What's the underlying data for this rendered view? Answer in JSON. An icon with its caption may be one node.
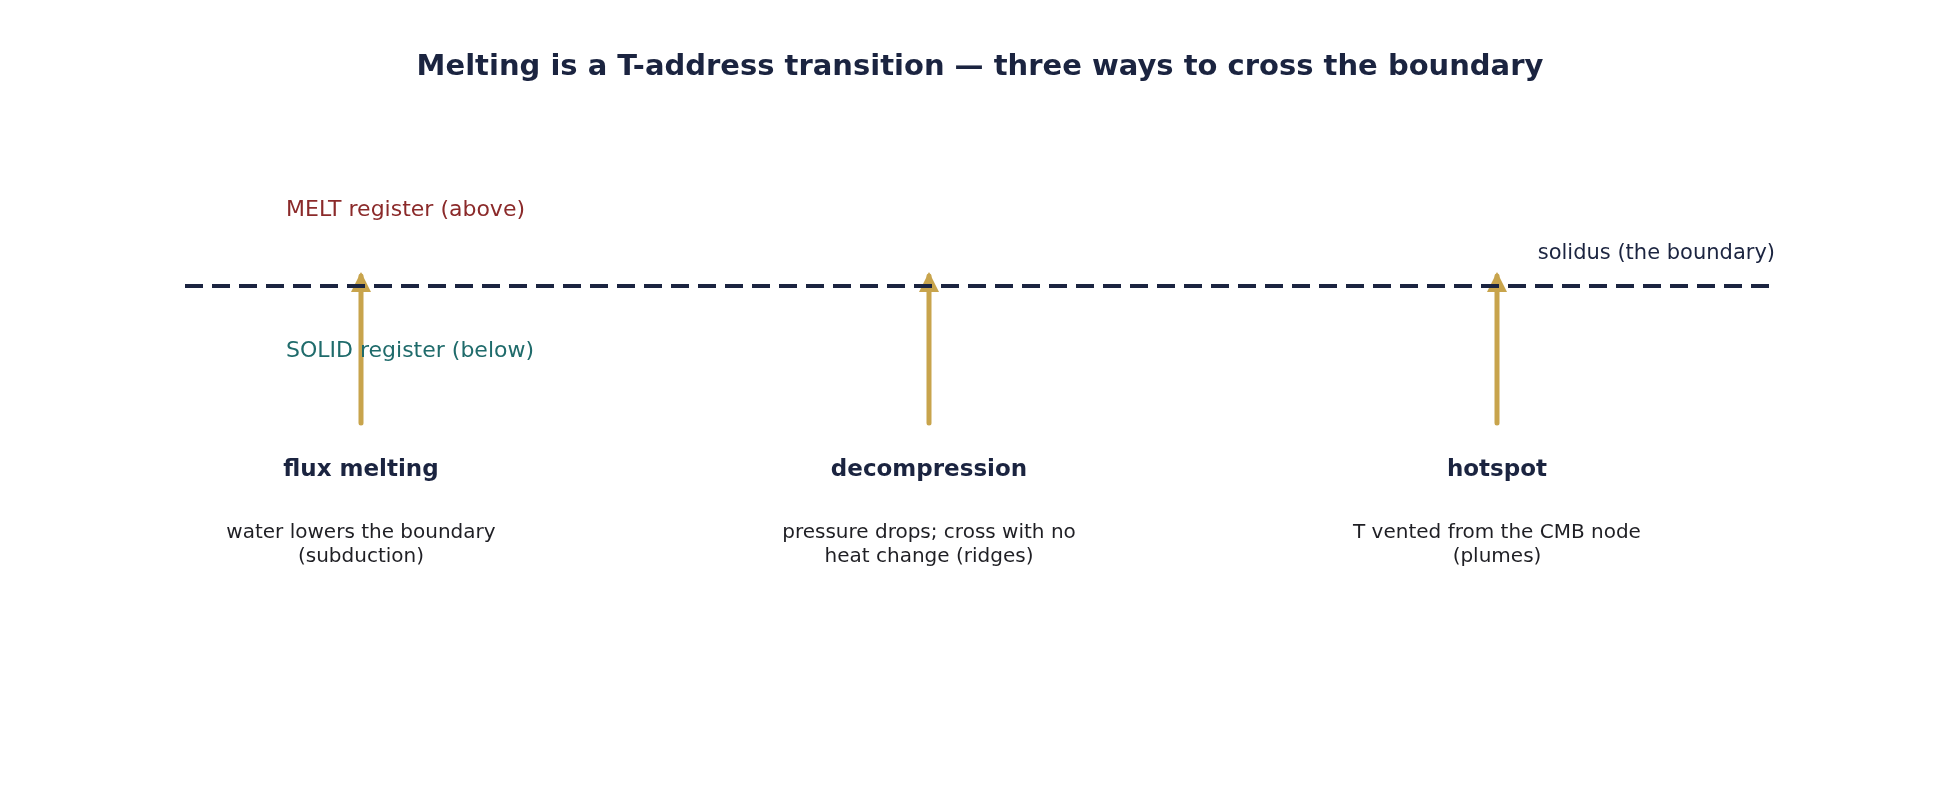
{
  "diagram": {
    "title": "Melting is a T-address transition — three ways to cross the boundary",
    "nodes": [
      {
        "text": [],
        "shape": "bar",
        "beside": [
          "solidus (the boundary)"
        ]
      },
      {
        "text": [
          "flux melting",
          "water lowers the boundary (subduction)"
        ]
      },
      {
        "text": [
          "decompression",
          "pressure drops; cross with no heat change (ridges)"
        ]
      },
      {
        "text": [
          "hotspot",
          "T vented from the CMB node (plumes)"
        ]
      }
    ],
    "edges": [
      {
        "from": 1,
        "to": 0,
        "arrow": "to",
        "color": "#c8a44c"
      },
      {
        "from": 2,
        "to": 0,
        "arrow": "to",
        "color": "#c8a44c"
      },
      {
        "from": 3,
        "to": 0,
        "arrow": "to",
        "color": "#c8a44c"
      }
    ],
    "labels": [
      "MELT register (above)",
      "SOLID register (below)"
    ]
  }
}
